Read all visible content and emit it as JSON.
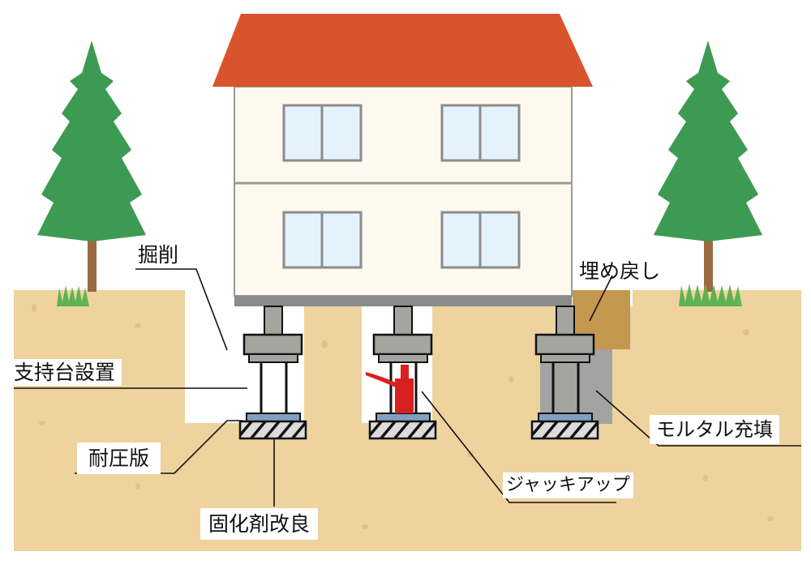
{
  "labels": {
    "excavation": "掘削",
    "support_install": "支持台設置",
    "pressure_plate": "耐圧版",
    "solidifier": "固化剤改良",
    "jack_up": "ジャッキアップ",
    "mortar_fill": "モルタル充填",
    "backfill": "埋め戻し"
  },
  "colors": {
    "roof": "#d9542c",
    "wall": "#fdf9ee",
    "soil": "#eed39f",
    "backfill": "#c4974f",
    "mortar": "#a3a3a3",
    "tree": "#3d9a52",
    "trunk": "#9a6a42",
    "jack": "#d8201e",
    "plate": "#7fa0c0"
  }
}
